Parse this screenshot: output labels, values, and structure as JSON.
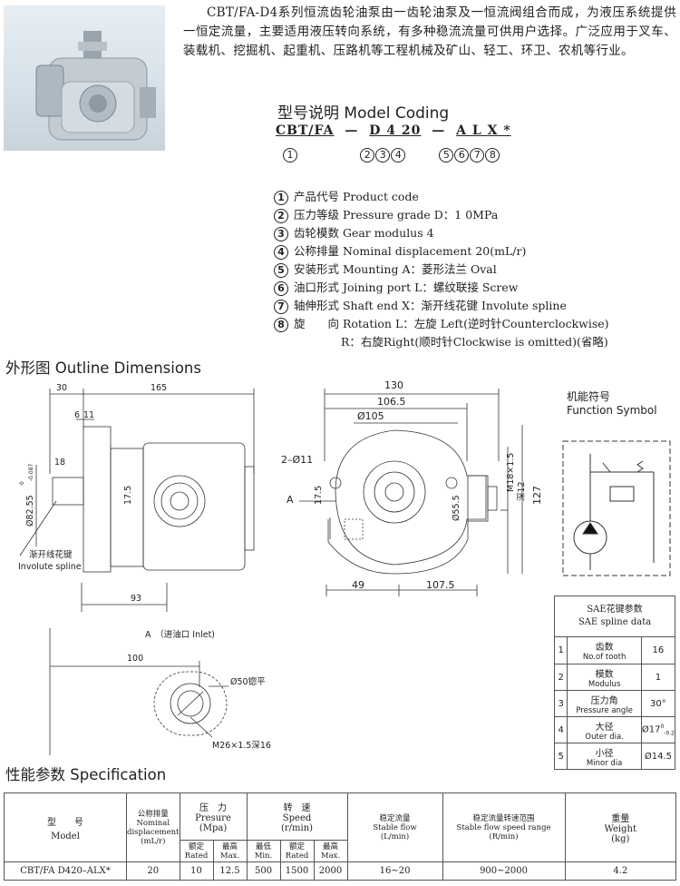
{
  "intro": {
    "text": "CBT/FA-D4系列恒流齿轮油泵由一齿轮油泵及一恒流阀组合而成，为液压系统提供一恒定流量，主要适用液压转向系统，有多种稳流流量可供用户选择。广泛应用于叉车、装载机、挖掘机、起重机、压路机等工程机械及矿山、轻工、环卫、农机等行业。"
  },
  "model_coding": {
    "title": "型号说明 Model Coding",
    "code_part1": "CBT/FA",
    "dash1": "—",
    "code_part2": "D 4 20",
    "dash2": "—",
    "code_part3": "A L X *",
    "marks": [
      "1",
      "2",
      "3",
      "4",
      "5",
      "6",
      "7",
      "8"
    ]
  },
  "descriptions": [
    {
      "num": "1",
      "text": "产品代号 Product code"
    },
    {
      "num": "2",
      "text": "压力等级 Pressure grade D：1 0MPa"
    },
    {
      "num": "3",
      "text": "齿轮模数 Gear modulus 4"
    },
    {
      "num": "4",
      "text": "公称排量 Nominal displacement 20(mL/r)"
    },
    {
      "num": "5",
      "text": "安装形式 Mounting A：菱形法兰 Oval"
    },
    {
      "num": "6",
      "text": "油口形式 Joining port L：螺纹联接 Screw"
    },
    {
      "num": "7",
      "text": "轴伸形式 Shaft end X：渐开线花键 Involute spline"
    },
    {
      "num": "8",
      "text": "旋　　向 Rotation L：左旋 Left(逆时针Counterclockwise)"
    }
  ],
  "description_extra": "R：右旋Right(顺时针Clockwise is omitted)(省略)",
  "outline": {
    "title": "外形图 Outline Dimensions",
    "side": {
      "d30": "30",
      "d165": "165",
      "d6": "6",
      "d11": "11",
      "d18": "18",
      "d175": "17.5",
      "d8255": "Ø82.55",
      "tol_up": "0",
      "tol_dn": "-0.087",
      "spline_cn": "渐开线花键",
      "spline_en": "Involute spline",
      "d93": "93"
    },
    "front": {
      "d130": "130",
      "d1065": "106.5",
      "d105": "Ø105",
      "holes": "2–Ø11",
      "a": "A",
      "d175": "17.5",
      "d555": "Ø55.5",
      "m18": "M18×1.5",
      "deep12": "深12",
      "d127": "127",
      "d49": "49",
      "d1075": "107.5"
    },
    "port": {
      "label": "A　（进油口 Inlet)",
      "d100": "100",
      "d50": "Ø50锪平",
      "m26": "M26×1.5深16"
    }
  },
  "function_symbol": {
    "cn": "机能符号",
    "en": "Function Symbol"
  },
  "sae": {
    "title_cn": "SAE花键参数",
    "title_en": "SAE spline data",
    "rows": [
      {
        "n": "1",
        "cn": "齿数",
        "en": "No.of tooth",
        "val": "16"
      },
      {
        "n": "2",
        "cn": "模数",
        "en": "Modulus",
        "val": "1"
      },
      {
        "n": "3",
        "cn": "压力角",
        "en": "Pressure angle",
        "val": "30°"
      },
      {
        "n": "4",
        "cn": "大径",
        "en": "Outer dia.",
        "val": "Ø17",
        "sup": "0",
        "sub": "-0.2"
      },
      {
        "n": "5",
        "cn": "小径",
        "en": "Minor dia",
        "val": "Ø14.5"
      }
    ]
  },
  "spec": {
    "title": "性能参数 Specification",
    "h_model_cn": "型　　号",
    "h_model_en": "Model",
    "h_disp": [
      "公称排量",
      "Nominal",
      "displacement",
      "(mL/r)"
    ],
    "h_pres_cn": "压　力",
    "h_pres_en": "Presure",
    "h_pres_unit": "(Mpa)",
    "h_speed_cn": "转　速",
    "h_speed_en": "Speed",
    "h_speed_unit": "(r/min)",
    "h_flow": [
      "稳定流量",
      "Stable flow",
      "(L/min)"
    ],
    "h_range": [
      "稳定流量转速范围",
      "Stable flow speed range",
      "(R/min)"
    ],
    "h_weight": [
      "重量",
      "Weight",
      "(kg)"
    ],
    "sub_rated_cn": "额定",
    "sub_rated_en": "Rated",
    "sub_max_cn": "最高",
    "sub_max_en": "Max.",
    "sub_min_cn": "最低",
    "sub_min_en": "Min.",
    "row": {
      "model": "CBT/FA D420–ALX*",
      "disp": "20",
      "p_rated": "10",
      "p_max": "12.5",
      "s_min": "500",
      "s_rated": "1500",
      "s_max": "2000",
      "flow": "16~20",
      "range": "900~2000",
      "weight": "4.2"
    }
  }
}
